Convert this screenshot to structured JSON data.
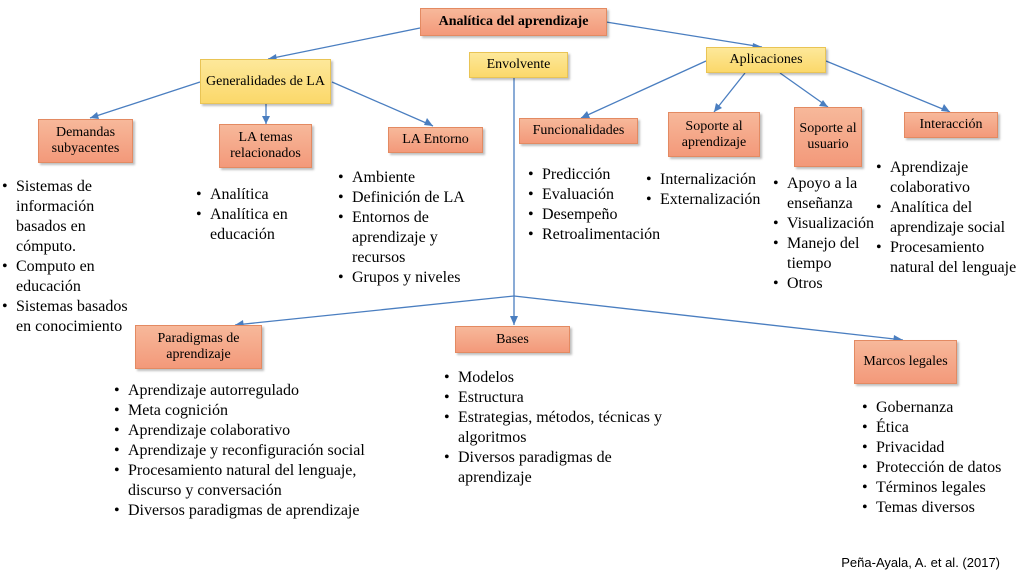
{
  "root": "Analítica del aprendizaje",
  "nodes": {
    "generalidades": "Generalidades de LA",
    "envolvente": "Envolvente",
    "aplicaciones": "Aplicaciones",
    "demandas": "Demandas subyacentes",
    "temas": "LA temas relacionados",
    "entorno": "LA Entorno",
    "funcionalidades": "Funcionalidades",
    "soporte_aprendizaje": "Soporte al aprendizaje",
    "soporte_usuario": "Soporte al usuario",
    "interaccion": "Interacción",
    "paradigmas": "Paradigmas de aprendizaje",
    "bases": "Bases",
    "marcos": "Marcos legales"
  },
  "lists": {
    "demandas": [
      "Sistemas de información basados en cómputo.",
      "Computo en educación",
      "Sistemas basados en conocimiento"
    ],
    "temas": [
      "Analítica",
      "Analítica en educación"
    ],
    "entorno": [
      "Ambiente",
      "Definición de LA",
      "Entornos de aprendizaje y recursos",
      "Grupos y niveles"
    ],
    "funcionalidades": [
      "Predicción",
      "Evaluación",
      "Desempeño",
      "Retroalimentación"
    ],
    "soporte_aprendizaje": [
      "Internalización",
      "Externalización"
    ],
    "soporte_usuario": [
      "Apoyo a la enseñanza",
      "Visualización",
      "Manejo del tiempo",
      "Otros"
    ],
    "interaccion": [
      "Aprendizaje colaborativo",
      "Analítica del aprendizaje social",
      "Procesamiento natural del lenguaje"
    ],
    "paradigmas": [
      "Aprendizaje autorregulado",
      "Meta cognición",
      "Aprendizaje colaborativo",
      "Aprendizaje y reconfiguración social",
      "Procesamiento natural del lenguaje, discurso y conversación",
      "Diversos paradigmas de aprendizaje"
    ],
    "bases": [
      "Modelos",
      "Estructura",
      "Estrategias, métodos, técnicas y algoritmos",
      "Diversos paradigmas de aprendizaje"
    ],
    "marcos": [
      "Gobernanza",
      "Ética",
      "Privacidad",
      "Protección de datos",
      "Términos legales",
      "Temas diversos"
    ]
  },
  "citation": "Peña-Ayala, A. et al. (2017)"
}
